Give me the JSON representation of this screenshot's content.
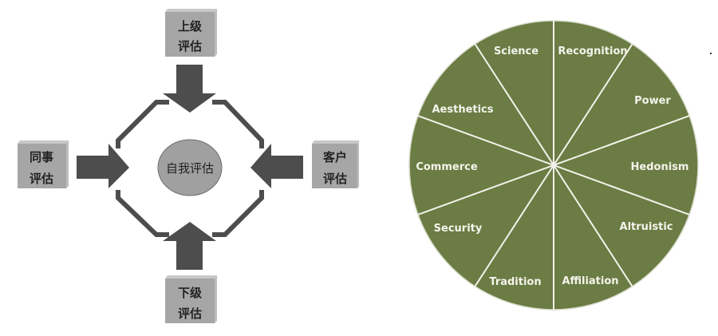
{
  "left_diagram": {
    "center": "自我评估",
    "sources": [
      {
        "position": "top",
        "line1": "上级",
        "line2": "评估"
      },
      {
        "position": "left",
        "line1": "同事",
        "line2": "评估"
      },
      {
        "position": "right",
        "line1": "客户",
        "line2": "评估"
      },
      {
        "position": "bottom",
        "line1": "下级",
        "line2": "评估"
      }
    ],
    "colors": {
      "box": "#a6a6a6",
      "box_side": "#c8c8c8",
      "arrow": "#4d4d4d",
      "ring": "#4d4d4d",
      "ellipse": "#a0a0a0"
    }
  },
  "right_diagram": {
    "colors": {
      "fill": "#6b7c44",
      "divider": "#f2f2ea",
      "label": "#f4f4ec"
    },
    "slices": [
      "Recognition",
      "Power",
      "Hedonism",
      "Altruistic",
      "Affiliation",
      "Tradition",
      "Security",
      "Commerce",
      "Aesthetics",
      "Science"
    ],
    "labels": [
      {
        "text": "Science"
      },
      {
        "text": "Recognition"
      },
      {
        "text": "Power"
      },
      {
        "text": "Aesthetics"
      },
      {
        "text": "Commerce"
      },
      {
        "text": "Hedonism"
      },
      {
        "text": "Altruistic"
      },
      {
        "text": "Security"
      },
      {
        "text": "Tradition"
      },
      {
        "text": "Affiliation"
      }
    ]
  }
}
